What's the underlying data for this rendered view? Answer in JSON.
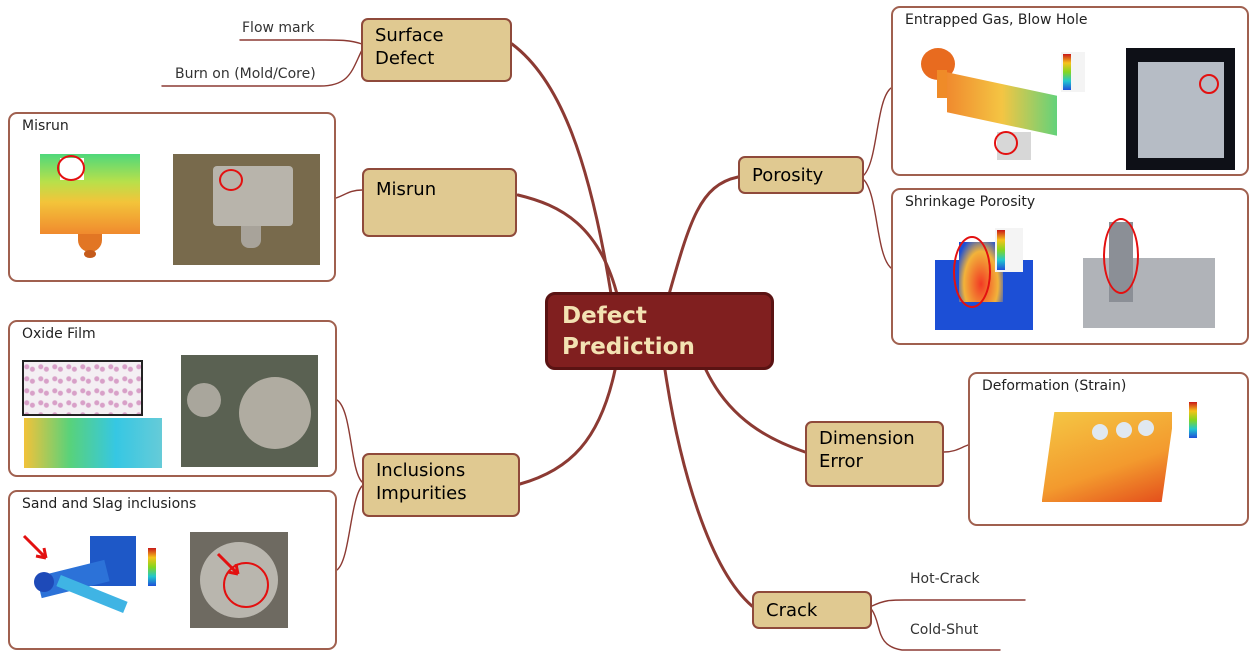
{
  "center": {
    "line1": "Defect",
    "line2": "Prediction"
  },
  "branches": {
    "surface_defect": {
      "line1": "Surface",
      "line2": "Defect",
      "leaves": [
        "Flow mark",
        "Burn on (Mold/Core)"
      ]
    },
    "misrun": {
      "label": "Misrun",
      "panel_title": "Misrun"
    },
    "inclusions": {
      "line1": "Inclusions",
      "line2": "Impurities",
      "panels": {
        "oxide_film": "Oxide Film",
        "sand_slag": "Sand and Slag inclusions"
      }
    },
    "porosity": {
      "label": "Porosity",
      "panels": {
        "entrapped_gas": "Entrapped Gas, Blow Hole",
        "shrinkage": "Shrinkage Porosity"
      }
    },
    "dimension_error": {
      "line1": "Dimension",
      "line2": "Error",
      "panel_title": "Deformation (Strain)"
    },
    "crack": {
      "label": "Crack",
      "leaves": [
        "Hot-Crack",
        "Cold-Shut"
      ]
    }
  },
  "colors": {
    "center_fill": "#801f1f",
    "center_text": "#f3e2b3",
    "node_fill": "#e0c991",
    "node_border": "#8f4a3b",
    "connector": "#8c3a33",
    "highlight_circle": "#e31010"
  }
}
